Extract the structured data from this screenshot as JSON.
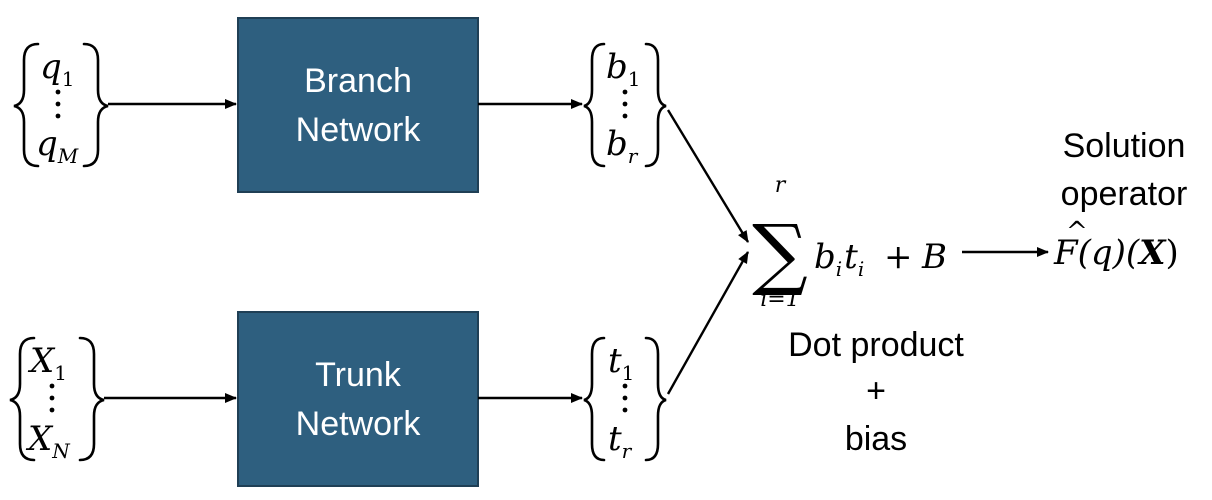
{
  "colors": {
    "box_fill": "#2e5f7f",
    "box_stroke": "#1f3f55",
    "box_text": "#ffffff",
    "line": "#000000"
  },
  "inputs": {
    "branch": {
      "top": "q",
      "top_sub": "1",
      "bottom": "q",
      "bottom_sub": "M"
    },
    "trunk": {
      "top": "X",
      "top_sub": "1",
      "bottom": "X",
      "bottom_sub": "N"
    }
  },
  "outputs": {
    "branch": {
      "top": "b",
      "top_sub": "1",
      "bottom": "b",
      "bottom_sub": "r"
    },
    "trunk": {
      "top": "t",
      "top_sub": "1",
      "bottom": "t",
      "bottom_sub": "r"
    }
  },
  "boxes": {
    "branch": {
      "line1": "Branch",
      "line2": "Network"
    },
    "trunk": {
      "line1": "Trunk",
      "line2": "Network"
    }
  },
  "sum": {
    "symbol": "∑",
    "upper": "r",
    "lower": "i=1",
    "term_b": "b",
    "term_b_sub": "i",
    "term_t": "t",
    "term_t_sub": "i",
    "plus": "+",
    "bias": "B"
  },
  "sum_caption": {
    "line1": "Dot product",
    "line2": "+",
    "line3": "bias"
  },
  "solution": {
    "line1": "Solution",
    "line2": "operator",
    "expr_F": "F",
    "expr_hat": "^",
    "expr_mid": "(q)(",
    "expr_X": "X",
    "expr_close": ")"
  }
}
